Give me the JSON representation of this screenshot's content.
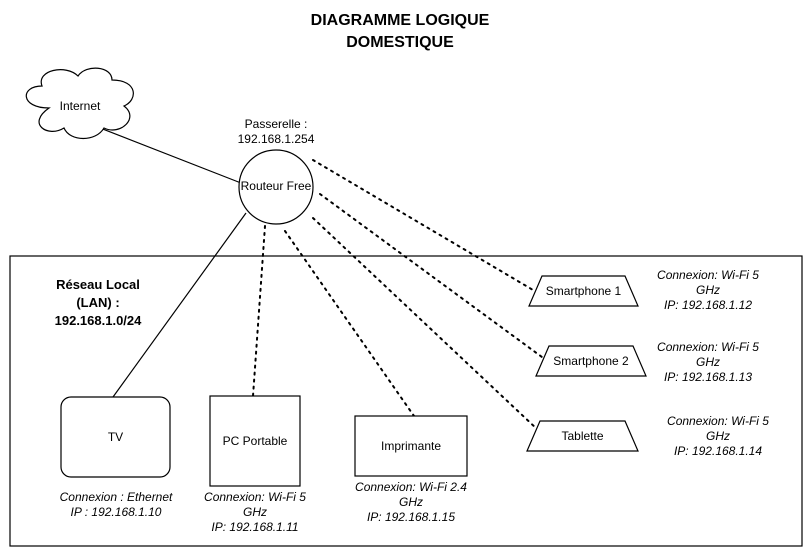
{
  "title": {
    "line1": "DIAGRAMME LOGIQUE",
    "line2": "DOMESTIQUE"
  },
  "internet": {
    "label": "Internet"
  },
  "router": {
    "label": "Routeur Free",
    "gateway_line1": "Passerelle :",
    "gateway_line2": "192.168.1.254"
  },
  "lan": {
    "line1": "Réseau Local",
    "line2": "(LAN) :",
    "line3": "192.168.1.0/24"
  },
  "devices": {
    "tv": {
      "label": "TV",
      "conn": "Connexion : Ethernet",
      "ip": "IP : 192.168.1.10"
    },
    "pc": {
      "label": "PC Portable",
      "conn1": "Connexion: Wi-Fi 5",
      "conn2": "GHz",
      "ip": "IP: 192.168.1.11"
    },
    "printer": {
      "label": "Imprimante",
      "conn1": "Connexion: Wi-Fi 2.4",
      "conn2": "GHz",
      "ip": "IP: 192.168.1.15"
    },
    "phone1": {
      "label": "Smartphone 1",
      "conn1": "Connexion: Wi-Fi 5",
      "conn2": "GHz",
      "ip": "IP: 192.168.1.12"
    },
    "phone2": {
      "label": "Smartphone 2",
      "conn1": "Connexion: Wi-Fi 5",
      "conn2": "GHz",
      "ip": "IP: 192.168.1.13"
    },
    "tablet": {
      "label": "Tablette",
      "conn1": "Connexion: Wi-Fi 5",
      "conn2": "GHz",
      "ip": "IP: 192.168.1.14"
    }
  }
}
